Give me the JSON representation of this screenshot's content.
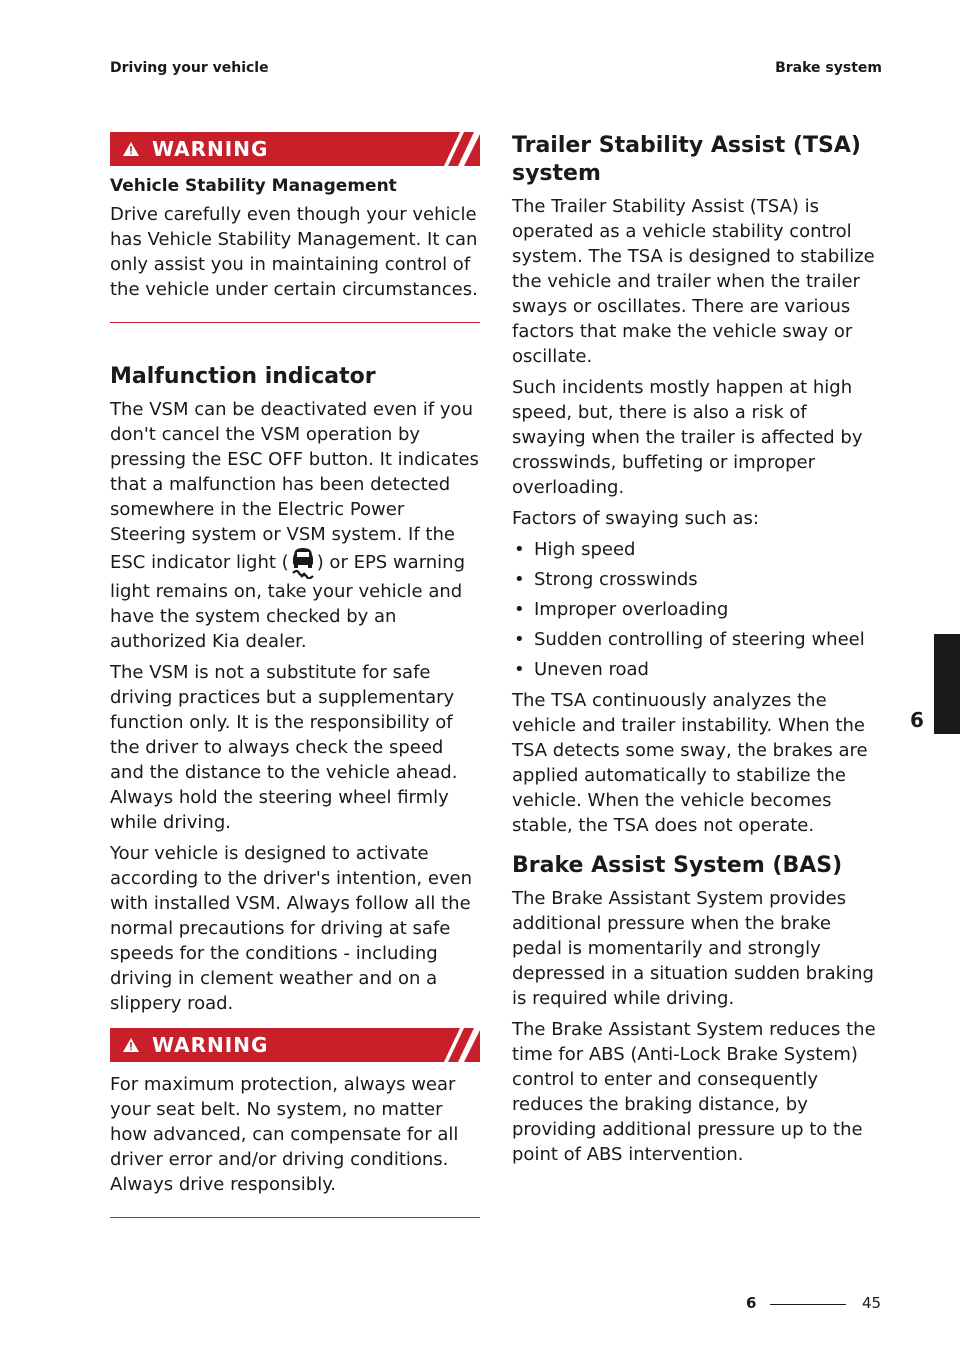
{
  "header": {
    "left": "Driving your vehicle",
    "right": "Brake system"
  },
  "left": {
    "warning1": {
      "label": "WARNING",
      "title": "Vehicle Stability Management",
      "body": "Drive carefully even though your vehicle has Vehicle Stability Management. It can only assist you in maintaining control of the vehicle under certain circumstances."
    },
    "malfunction": {
      "heading": "Malfunction indicator",
      "p1_a": "The VSM can be deactivated even if you don't cancel the VSM operation by pressing the ESC OFF button. It indicates that a malfunction has been detected somewhere in the Electric Power Steering system or VSM system. If the ESC indicator light (",
      "p1_b": ") or EPS warning light remains on, take your vehicle and have the system checked by an authorized Kia dealer.",
      "p2": "The VSM is not a substitute for safe driving practices but a supplementary function only. It is the responsibility of the driver to always check the speed and the distance to the vehicle ahead. Always hold the steering wheel firmly while driving.",
      "p3": "Your vehicle is designed to activate according to the driver's intention, even with installed VSM. Always follow all the normal precautions for driving at safe speeds for the conditions - including driving in clement weather and on a slippery road."
    },
    "warning2": {
      "label": "WARNING",
      "body": "For maximum protection, always wear your seat belt. No system, no matter how advanced, can compensate for all driver error and/or driving conditions. Always drive responsibly."
    }
  },
  "right": {
    "tsa": {
      "heading": "Trailer Stability Assist (TSA) system",
      "p1": "The Trailer Stability Assist (TSA) is operated as a vehicle stability control system. The TSA is designed to stabilize the vehicle and trailer when the trailer sways or oscillates. There are various factors that make the vehicle sway or oscillate.",
      "p2": "Such incidents mostly happen at high speed, but, there is also a risk of swaying when the trailer is affected by crosswinds, buffeting or improper overloading.",
      "p3": "Factors of swaying such as:",
      "bullets": [
        "High speed",
        "Strong crosswinds",
        "Improper overloading",
        "Sudden controlling of steering wheel",
        "Uneven road"
      ],
      "p4": "The TSA continuously analyzes the vehicle and trailer instability. When the TSA detects some sway, the brakes are applied automatically to stabilize the vehicle. When the vehicle becomes stable, the TSA does not operate."
    },
    "bas": {
      "heading": "Brake Assist System (BAS)",
      "p1": "The Brake Assistant System provides additional pressure when the brake pedal is momentarily and strongly depressed in a situation sudden braking is required while driving.",
      "p2": "The Brake Assistant System reduces the time for ABS (Anti-Lock Brake System) control to enter and consequently reduces the braking distance, by providing additional pressure up to the point of ABS intervention."
    }
  },
  "side_tab": {
    "chapter": "6"
  },
  "footer": {
    "chapter": "6",
    "page": "45"
  },
  "colors": {
    "warning_red": "#c8202b",
    "tab": "#1a1a1a"
  }
}
